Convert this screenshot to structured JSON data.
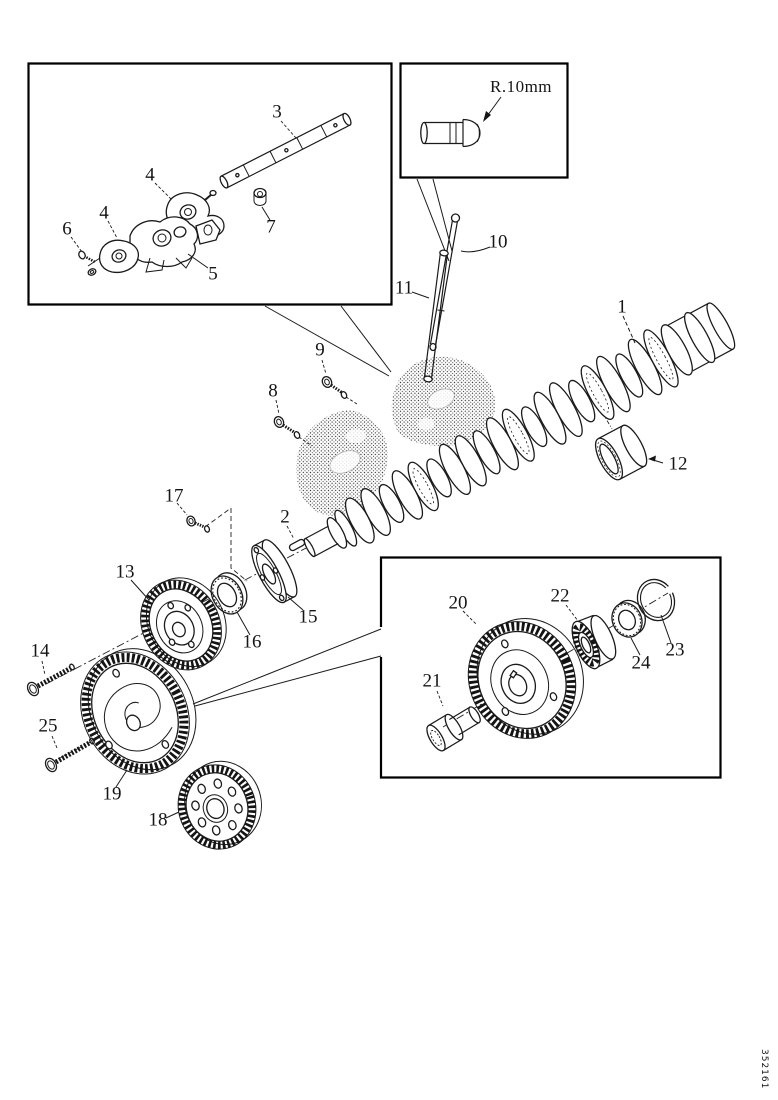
{
  "figure": {
    "radius_note": "R.10mm",
    "drawing_number": "352161"
  },
  "callouts": [
    {
      "label": "1"
    },
    {
      "label": "2"
    },
    {
      "label": "3"
    },
    {
      "label": "4"
    },
    {
      "label": "4"
    },
    {
      "label": "5"
    },
    {
      "label": "6"
    },
    {
      "label": "7"
    },
    {
      "label": "8"
    },
    {
      "label": "9"
    },
    {
      "label": "10"
    },
    {
      "label": "11"
    },
    {
      "label": "12"
    },
    {
      "label": "13"
    },
    {
      "label": "14"
    },
    {
      "label": "15"
    },
    {
      "label": "16"
    },
    {
      "label": "17"
    },
    {
      "label": "18"
    },
    {
      "label": "19"
    },
    {
      "label": "20"
    },
    {
      "label": "21"
    },
    {
      "label": "22"
    },
    {
      "label": "23"
    },
    {
      "label": "24"
    },
    {
      "label": "25"
    }
  ]
}
